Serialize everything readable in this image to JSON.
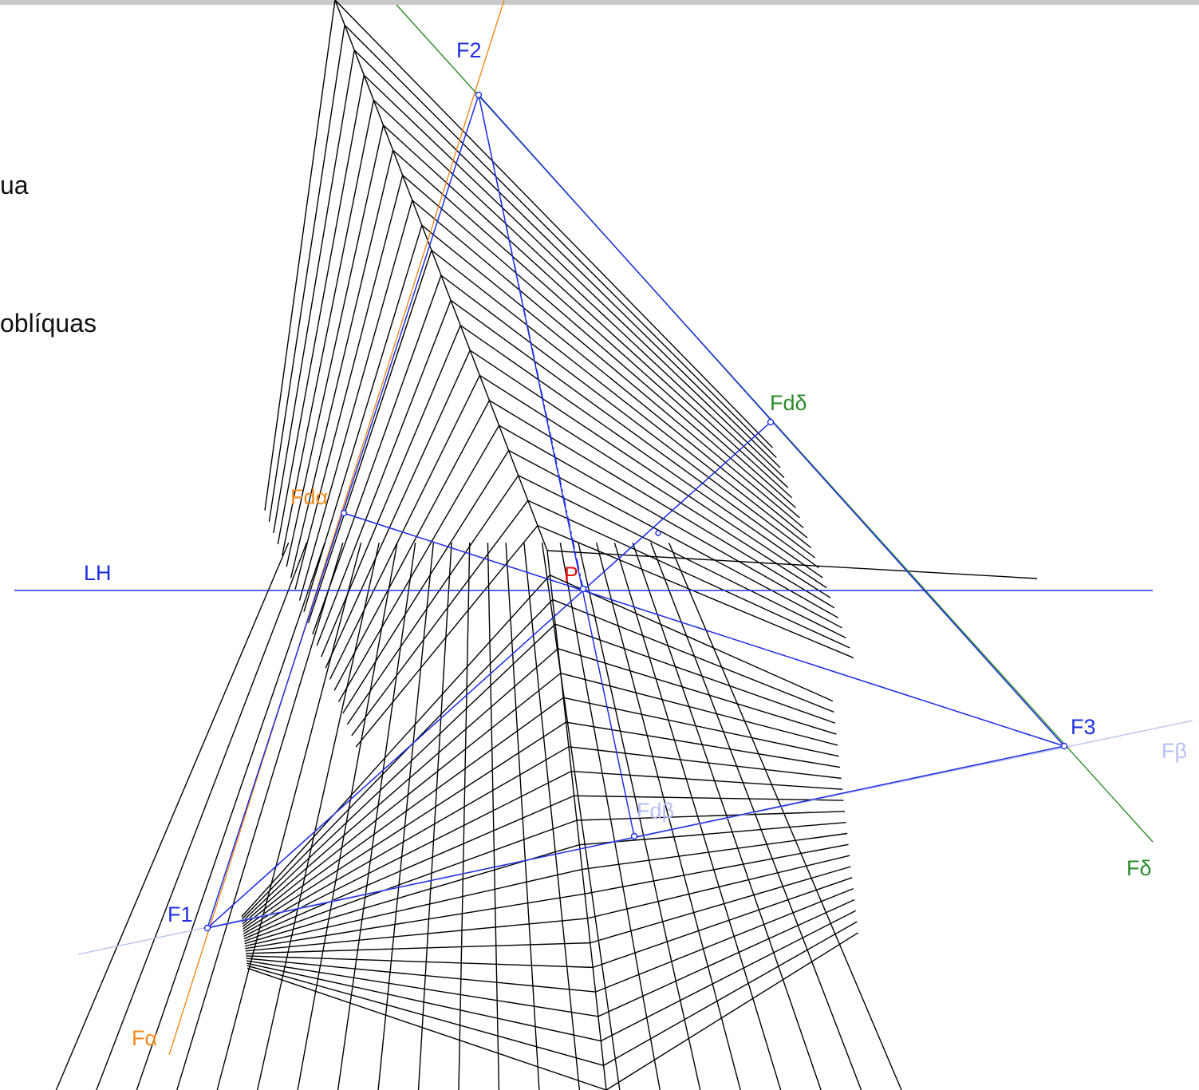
{
  "side_text": [
    "ua",
    "oblíquas"
  ],
  "labels": {
    "F1": "F1",
    "F2": "F2",
    "F3": "F3",
    "P": "P",
    "LH": "LH",
    "F_alpha": "Fα",
    "Fd_alpha": "Fdα",
    "F_beta": "Fβ",
    "Fd_beta": "Fdβ",
    "F_delta": "Fδ",
    "Fd_delta": "Fdδ"
  },
  "colors": {
    "grid": "#000000",
    "construction": "#1f2fe0",
    "alpha": "#f08a1c",
    "beta": "#b8bff2",
    "delta": "#2a8a2a",
    "principal": "#e01010",
    "header_bar": "#c8c8c8"
  }
}
